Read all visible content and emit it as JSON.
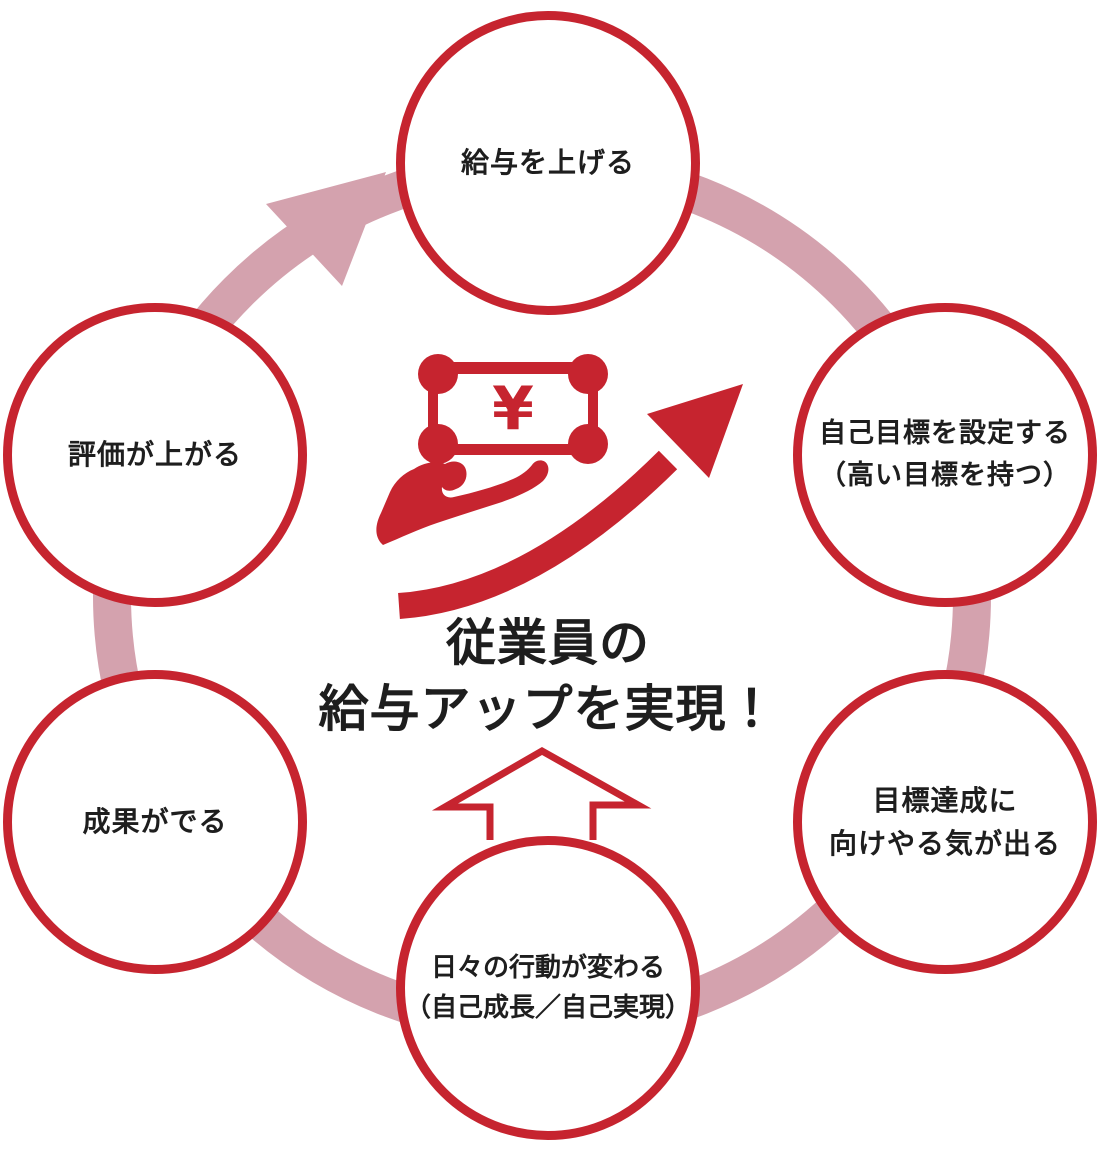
{
  "diagram": {
    "center": {
      "title_line1": "従業員の",
      "title_line2": "給与アップを実現！",
      "yen_symbol": "¥"
    },
    "nodes": [
      {
        "id": "raise-salary",
        "label": "給与を上げる"
      },
      {
        "id": "set-goals",
        "label": "自己目標を設定する\n（高い目標を持つ）"
      },
      {
        "id": "motivation",
        "label": "目標達成に\n向けやる気が出る"
      },
      {
        "id": "daily-actions",
        "label": "日々の行動が変わる\n（自己成長／自己実現）"
      },
      {
        "id": "results",
        "label": "成果がでる"
      },
      {
        "id": "evaluation",
        "label": "評価が上がる"
      }
    ],
    "flow_direction": "clockwise",
    "colors": {
      "accent_red": "#c6242f",
      "ring_pink": "#d4a2ae",
      "text_black": "#1e1e1e",
      "background": "#ffffff"
    }
  }
}
